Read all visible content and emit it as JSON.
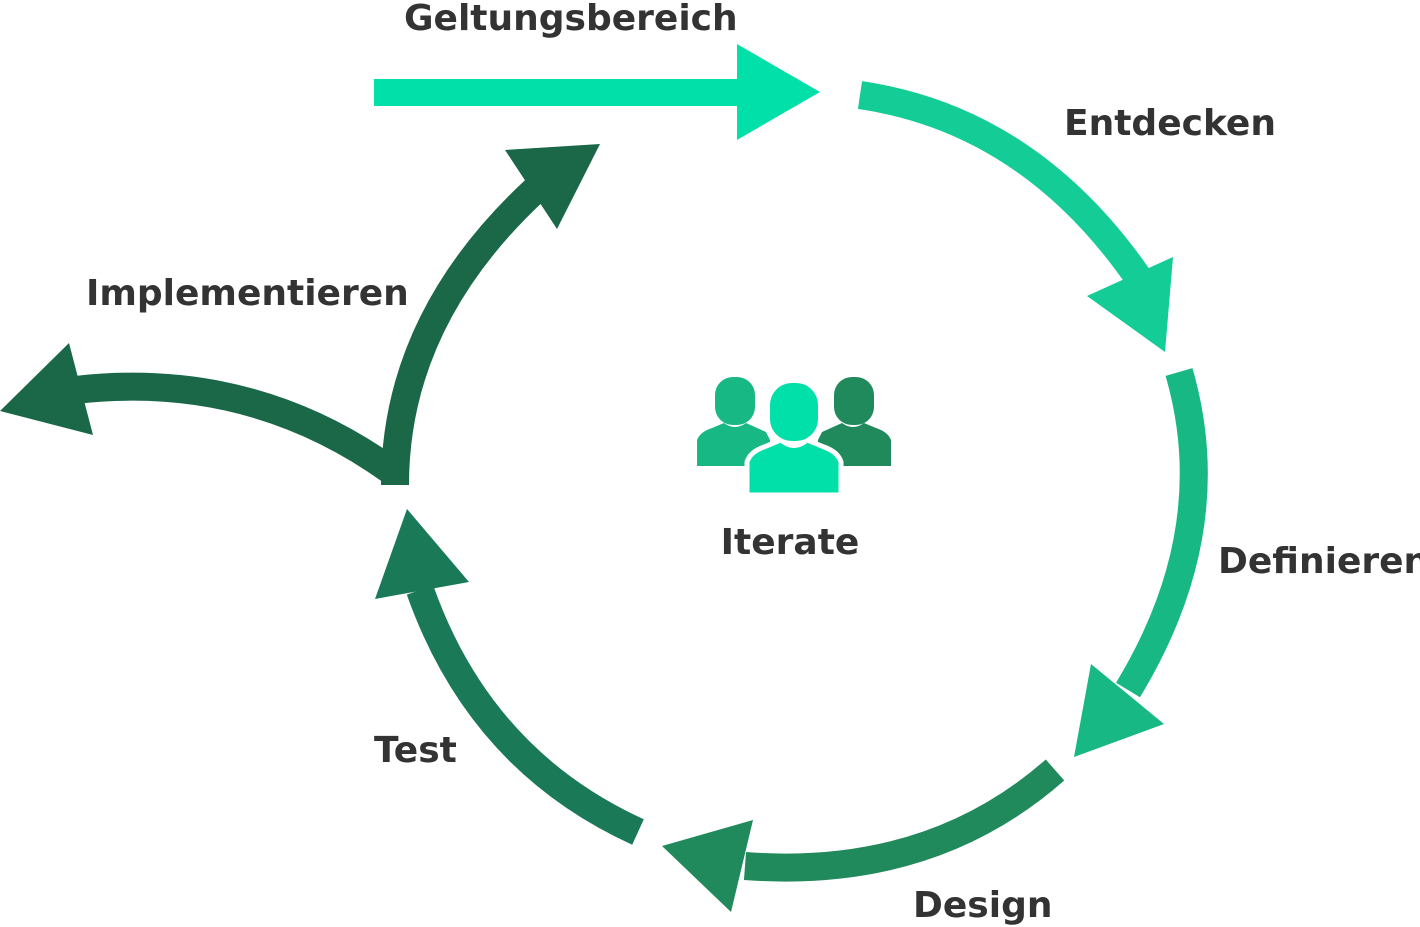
{
  "diagram": {
    "title": "Iterate",
    "center_label": "Iterate",
    "center_icon": "group-of-people-icon",
    "text_color": "#333333",
    "stages": [
      {
        "id": "scope",
        "label": "Geltungsbereich",
        "color": "#00E0A8"
      },
      {
        "id": "discover",
        "label": "Entdecken",
        "color": "#13CC96"
      },
      {
        "id": "define",
        "label": "Definieren",
        "color": "#18B884"
      },
      {
        "id": "design",
        "label": "Design",
        "color": "#218A5C"
      },
      {
        "id": "test",
        "label": "Test",
        "color": "#1A7A58"
      },
      {
        "id": "implement",
        "label": "Implementieren",
        "color": "#1B6848"
      }
    ],
    "icon_colors": {
      "left_person": "#17B884",
      "center_person": "#00E0A8",
      "right_person": "#218A5C"
    },
    "flow": [
      "Geltungsbereich",
      "Entdecken",
      "Definieren",
      "Design",
      "Test",
      "Implementieren"
    ]
  }
}
